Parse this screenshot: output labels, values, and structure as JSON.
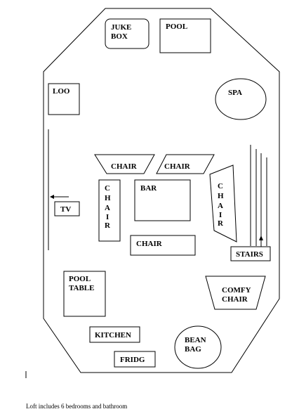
{
  "labels": {
    "jukebox": [
      "JUKE",
      "BOX"
    ],
    "pool": "POOL",
    "loo": "LOO",
    "spa": "SPA",
    "chair_left": "CHAIR",
    "chair_right": "CHAIR",
    "chair_vertical_left": [
      "C",
      "H",
      "A",
      "I",
      "R"
    ],
    "bar": "BAR",
    "chair_vertical_right": [
      "C",
      "H",
      "A",
      "I",
      "R"
    ],
    "tv": "TV",
    "chair_bottom": "CHAIR",
    "stairs": "STAIRS",
    "pool_table": [
      "POOL",
      "TABLE"
    ],
    "comfy_chair": [
      "COMFY",
      "CHAIR"
    ],
    "kitchen": "KITCHEN",
    "bean_bag": [
      "BEAN",
      "BAG"
    ],
    "fridg": "FRIDG"
  },
  "footer": {
    "note": "Loft includes 6 bedrooms and bathroom"
  }
}
